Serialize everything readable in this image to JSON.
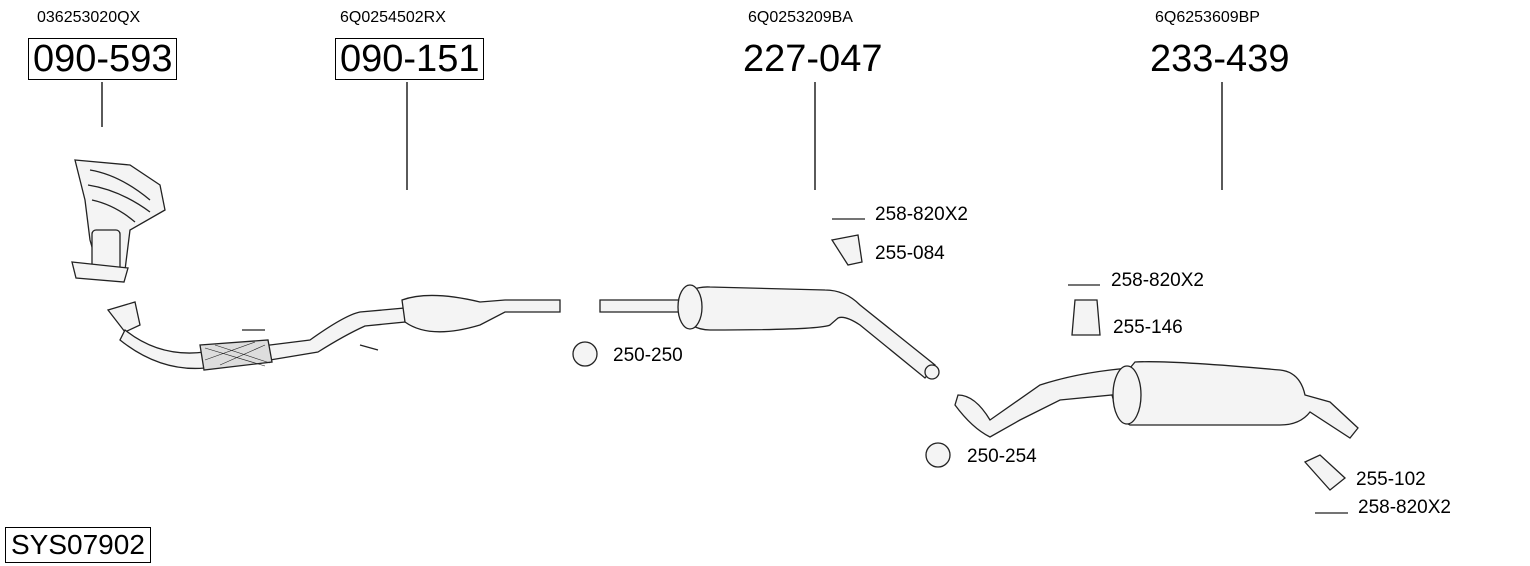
{
  "parts": [
    {
      "oe": "036253020QX",
      "number": "090-593",
      "boxed": true
    },
    {
      "oe": "6Q0254502RX",
      "number": "090-151",
      "boxed": true
    },
    {
      "oe": "6Q0253209BA",
      "number": "227-047",
      "boxed": false
    },
    {
      "oe": "6Q6253609BP",
      "number": "233-439",
      "boxed": false
    }
  ],
  "accessories": [
    "258-820X2",
    "255-084",
    "250-250",
    "258-820X2",
    "255-146",
    "250-254",
    "255-102",
    "258-820X2"
  ],
  "system_id": "SYS07902"
}
